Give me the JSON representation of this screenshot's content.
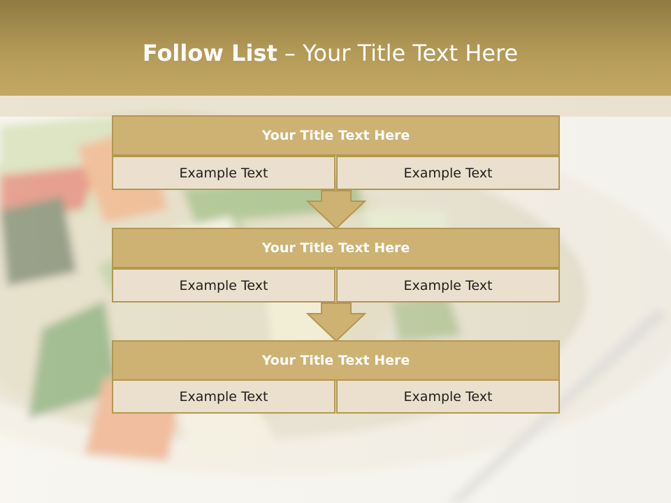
{
  "slide": {
    "title_bold": "Follow List",
    "title_rest": " – Your Title Text Here"
  },
  "colors": {
    "header": "#b39a57",
    "title_box": "#cdb273",
    "border": "#b29752",
    "cell": "#ebe0cd",
    "text_dark": "#1d1d1d"
  },
  "steps": [
    {
      "title": "Your Title Text Here",
      "left": "Example Text",
      "right": "Example Text"
    },
    {
      "title": "Your Title Text Here",
      "left": "Example Text",
      "right": "Example Text"
    },
    {
      "title": "Your Title Text Here",
      "left": "Example Text",
      "right": "Example Text"
    }
  ]
}
